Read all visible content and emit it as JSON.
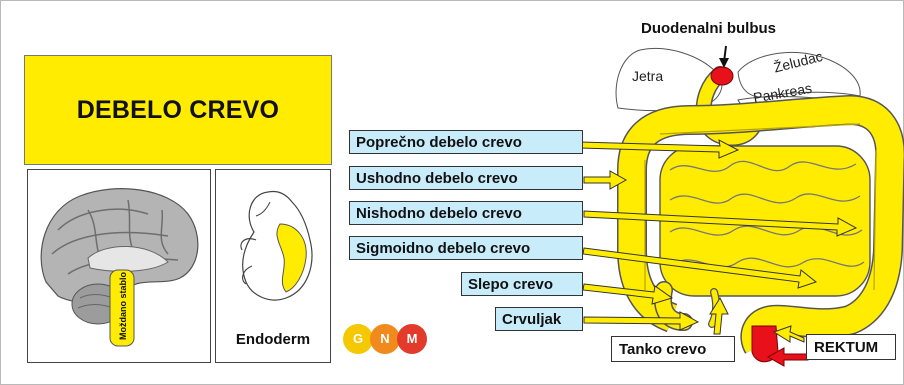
{
  "title": "DEBELO CREVO",
  "brain_label": "Moždano stablo",
  "embryo_label": "Endoderm",
  "logo": {
    "letters": [
      "G",
      "N",
      "M"
    ],
    "colors": [
      "#f5c800",
      "#f08a1c",
      "#e23a2b"
    ]
  },
  "labels": [
    "Poprečno debelo crevo",
    "Ushodno debelo crevo",
    "Nishodno debelo crevo",
    "Sigmoidno debelo crevo",
    "Slepo crevo",
    "Crvuljak"
  ],
  "anatomy": {
    "top_label": "Duodenalni bulbus",
    "liver": "Jetra",
    "stomach": "Želudac",
    "pancreas": "Pankreas",
    "small_intestine": "Tanko crevo",
    "rectum": "REKTUM"
  },
  "colors": {
    "highlight_yellow": "#ffec00",
    "label_blue": "#c9ecfb",
    "marker_red": "#e8101a"
  }
}
